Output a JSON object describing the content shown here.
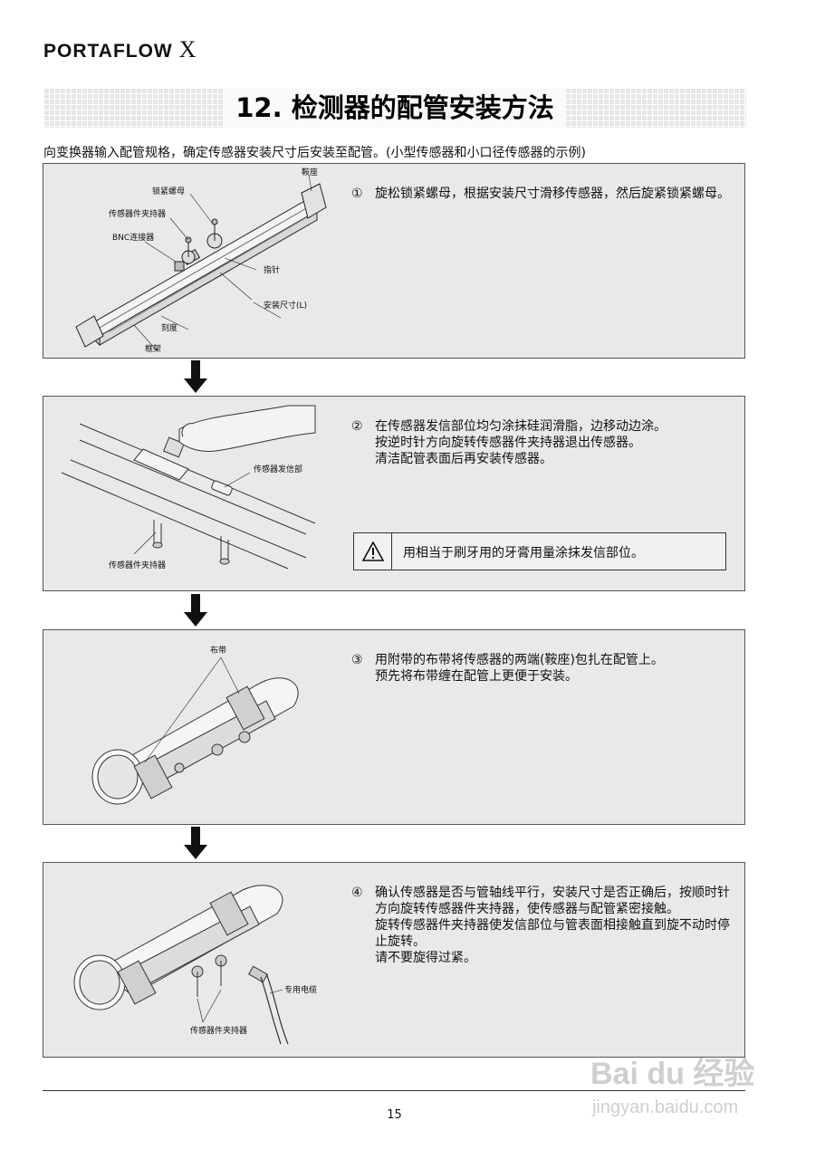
{
  "header": {
    "brand": "PORTAFLOW",
    "brand_suffix": "X"
  },
  "title": "12. 检测器的配管安装方法",
  "intro": "向变换器输入配管规格，确定传感器安装尺寸后安装至配管。(小型传感器和小口径传感器的示例)",
  "steps": [
    {
      "num": "①",
      "lines": [
        "旋松锁紧螺母，根据安装尺寸滑移传感器，然后旋紧锁紧螺母。"
      ],
      "labels": {
        "saddle": "鞍座",
        "lock_nut": "锁紧螺母",
        "holder": "传感器件夹持器",
        "bnc": "BNC连接器",
        "pointer": "指针",
        "dimension": "安装尺寸(L)",
        "scale": "刻度",
        "frame": "框架"
      }
    },
    {
      "num": "②",
      "lines": [
        "在传感器发信部位均匀涂抹硅润滑脂，边移动边涂。",
        "按逆时针方向旋转传感器件夹持器退出传感器。",
        "清洁配管表面后再安装传感器。"
      ],
      "labels": {
        "emitter": "传感器发信部",
        "holder": "传感器件夹持器"
      },
      "warning": "用相当于刷牙用的牙膏用量涂抹发信部位。"
    },
    {
      "num": "③",
      "lines": [
        "用附带的布带将传感器的两端(鞍座)包扎在配管上。",
        "预先将布带缠在配管上更便于安装。"
      ],
      "labels": {
        "belt": "布带"
      }
    },
    {
      "num": "④",
      "lines": [
        "确认传感器是否与管轴线平行，安装尺寸是否正确后，按顺时针方向旋转传感器件夹持器，使传感器与配管紧密接触。",
        "旋转传感器件夹持器使发信部位与管表面相接触直到旋不动时停止旋转。",
        "请不要旋得过紧。"
      ],
      "labels": {
        "cable": "专用电缆",
        "holder": "传感器件夹持器"
      }
    }
  ],
  "page_number": "15",
  "watermark": {
    "brand": "Bai du 经验",
    "url": "jingyan.baidu.com"
  }
}
